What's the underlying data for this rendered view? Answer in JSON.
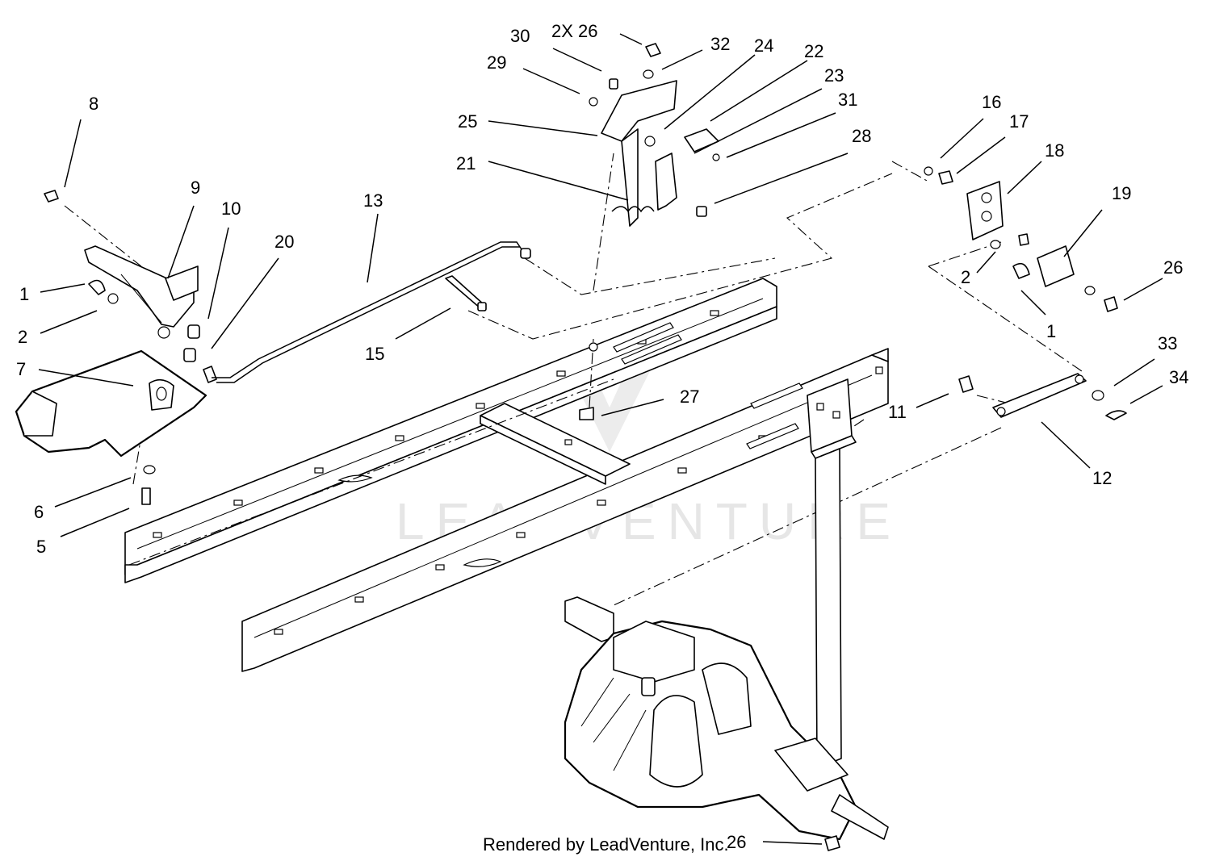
{
  "credit": "Rendered by LeadVenture, Inc.",
  "watermark": "LEADVENTURE",
  "callouts": [
    {
      "id": "c8",
      "label": "8"
    },
    {
      "id": "c9",
      "label": "9"
    },
    {
      "id": "c10",
      "label": "10"
    },
    {
      "id": "c20",
      "label": "20"
    },
    {
      "id": "c1a",
      "label": "1"
    },
    {
      "id": "c2a",
      "label": "2"
    },
    {
      "id": "c7",
      "label": "7"
    },
    {
      "id": "c6",
      "label": "6"
    },
    {
      "id": "c5",
      "label": "5"
    },
    {
      "id": "c13",
      "label": "13"
    },
    {
      "id": "c15",
      "label": "15"
    },
    {
      "id": "c30",
      "label": "30"
    },
    {
      "id": "c2x26",
      "label": "2X 26"
    },
    {
      "id": "c32",
      "label": "32"
    },
    {
      "id": "c29",
      "label": "29"
    },
    {
      "id": "c24",
      "label": "24"
    },
    {
      "id": "c22",
      "label": "22"
    },
    {
      "id": "c23",
      "label": "23"
    },
    {
      "id": "c31",
      "label": "31"
    },
    {
      "id": "c25",
      "label": "25"
    },
    {
      "id": "c21",
      "label": "21"
    },
    {
      "id": "c28",
      "label": "28"
    },
    {
      "id": "c27",
      "label": "27"
    },
    {
      "id": "c16",
      "label": "16"
    },
    {
      "id": "c17",
      "label": "17"
    },
    {
      "id": "c18",
      "label": "18"
    },
    {
      "id": "c19",
      "label": "19"
    },
    {
      "id": "c26a",
      "label": "26"
    },
    {
      "id": "c2b",
      "label": "2"
    },
    {
      "id": "c1b",
      "label": "1"
    },
    {
      "id": "c33",
      "label": "33"
    },
    {
      "id": "c34",
      "label": "34"
    },
    {
      "id": "c11",
      "label": "11"
    },
    {
      "id": "c12",
      "label": "12"
    },
    {
      "id": "c26b",
      "label": "26"
    }
  ]
}
